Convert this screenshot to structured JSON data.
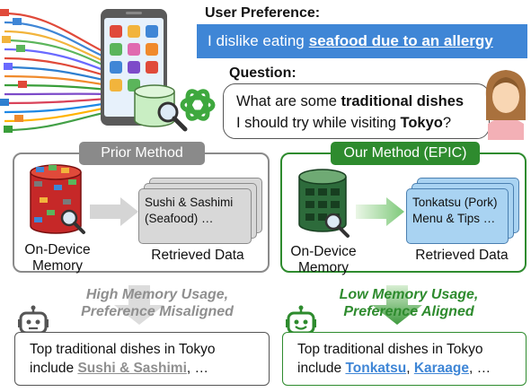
{
  "top": {
    "pref_label": "User Preference:",
    "pref_text": "I dislike eating",
    "pref_highlight": "seafood due to an allergy",
    "question_label": "Question:",
    "q_part1": "What are some ",
    "q_bold1": "traditional dishes",
    "q_part2": "I should try while visiting ",
    "q_bold2": "Tokyo",
    "q_end": "?"
  },
  "prior": {
    "title": "Prior Method",
    "memory_label": "On-Device Memory",
    "doc_line1": "Sushi & Sashimi",
    "doc_line2": "(Seafood) …",
    "retrieved_label": "Retrieved Data",
    "warning_line1": "High Memory Usage,",
    "warning_line2": "Preference Misaligned",
    "answer_line1": "Top traditional dishes in Tokyo",
    "answer_prefix": "include ",
    "answer_item1": "Sushi & Sashimi",
    "answer_suffix": ", …"
  },
  "ours": {
    "title": "Our Method (EPIC)",
    "memory_label": "On-Device Memory",
    "doc_line1": "Tonkatsu (Pork)",
    "doc_line2": "Menu & Tips …",
    "retrieved_label": "Retrieved Data",
    "warning_line1": "Low Memory Usage,",
    "warning_line2": "Preference Aligned",
    "answer_line1": "Top traditional dishes in Tokyo",
    "answer_prefix": "include ",
    "answer_item1": "Tonkatsu",
    "answer_sep": ", ",
    "answer_item2": "Karaage",
    "answer_suffix": ", …"
  },
  "colors": {
    "blue": "#3f86d6",
    "green": "#2e8b2e",
    "gray": "#8a8a8a",
    "red": "#c62828"
  },
  "icons": [
    "phone-icon",
    "database-icon",
    "magnifier-icon",
    "openai-logo-icon",
    "user-avatar-icon",
    "robot-icon"
  ]
}
